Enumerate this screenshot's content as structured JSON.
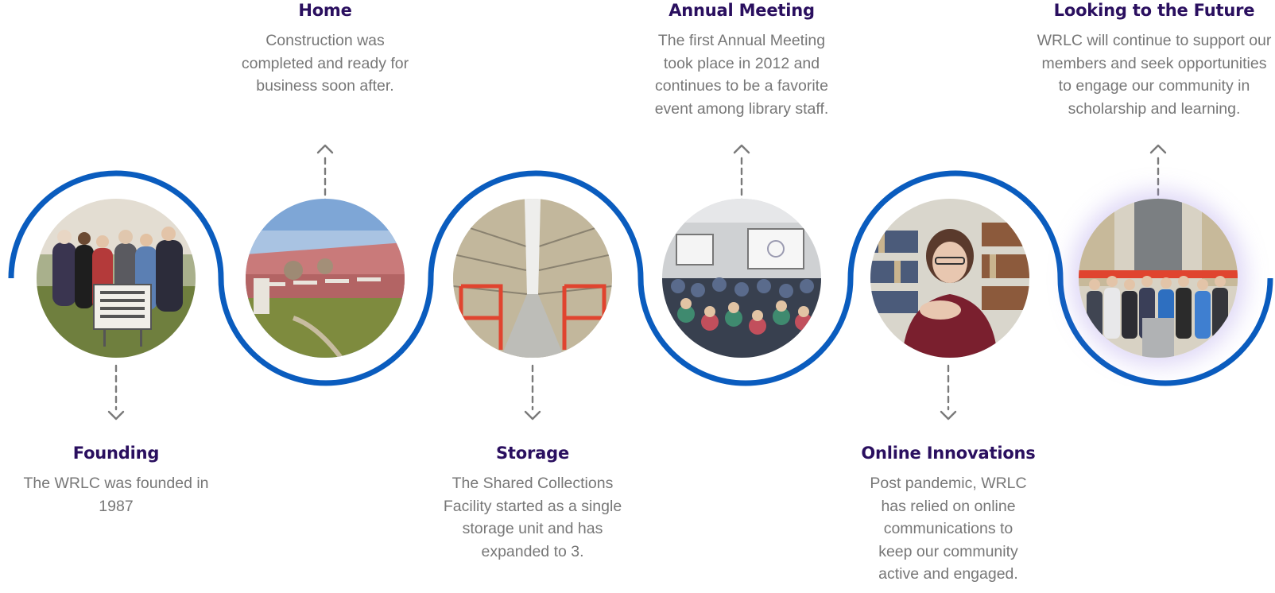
{
  "colors": {
    "wave": "#0a5cbe",
    "title": "#2a0f5f",
    "text": "#777777",
    "connector": "#7a7a7a"
  },
  "milestones": [
    {
      "title": "Founding",
      "description": "The WRLC was founded in 1987",
      "photo": "groundbreaking-photo",
      "position": "below"
    },
    {
      "title": "Home",
      "description": "Construction was completed and ready for business soon after.",
      "photo": "building-photo",
      "position": "above"
    },
    {
      "title": "Storage",
      "description": "The Shared Collections Facility started as a single storage unit and has expanded to 3.",
      "photo": "storage-aisle-photo",
      "position": "below"
    },
    {
      "title": "Annual Meeting",
      "description": "The first Annual Meeting took place in 2012 and continues to be a favorite event among library staff.",
      "photo": "meeting-hall-photo",
      "position": "above"
    },
    {
      "title": "Online Innovations",
      "description": "Post pandemic, WRLC has relied on online communications to keep our community active and engaged.",
      "photo": "video-call-photo",
      "position": "below"
    },
    {
      "title": "Looking to the Future",
      "description": "WRLC will continue to support our members and seek opportunities to engage our community in scholarship and learning.",
      "photo": "team-photo",
      "position": "above"
    }
  ]
}
